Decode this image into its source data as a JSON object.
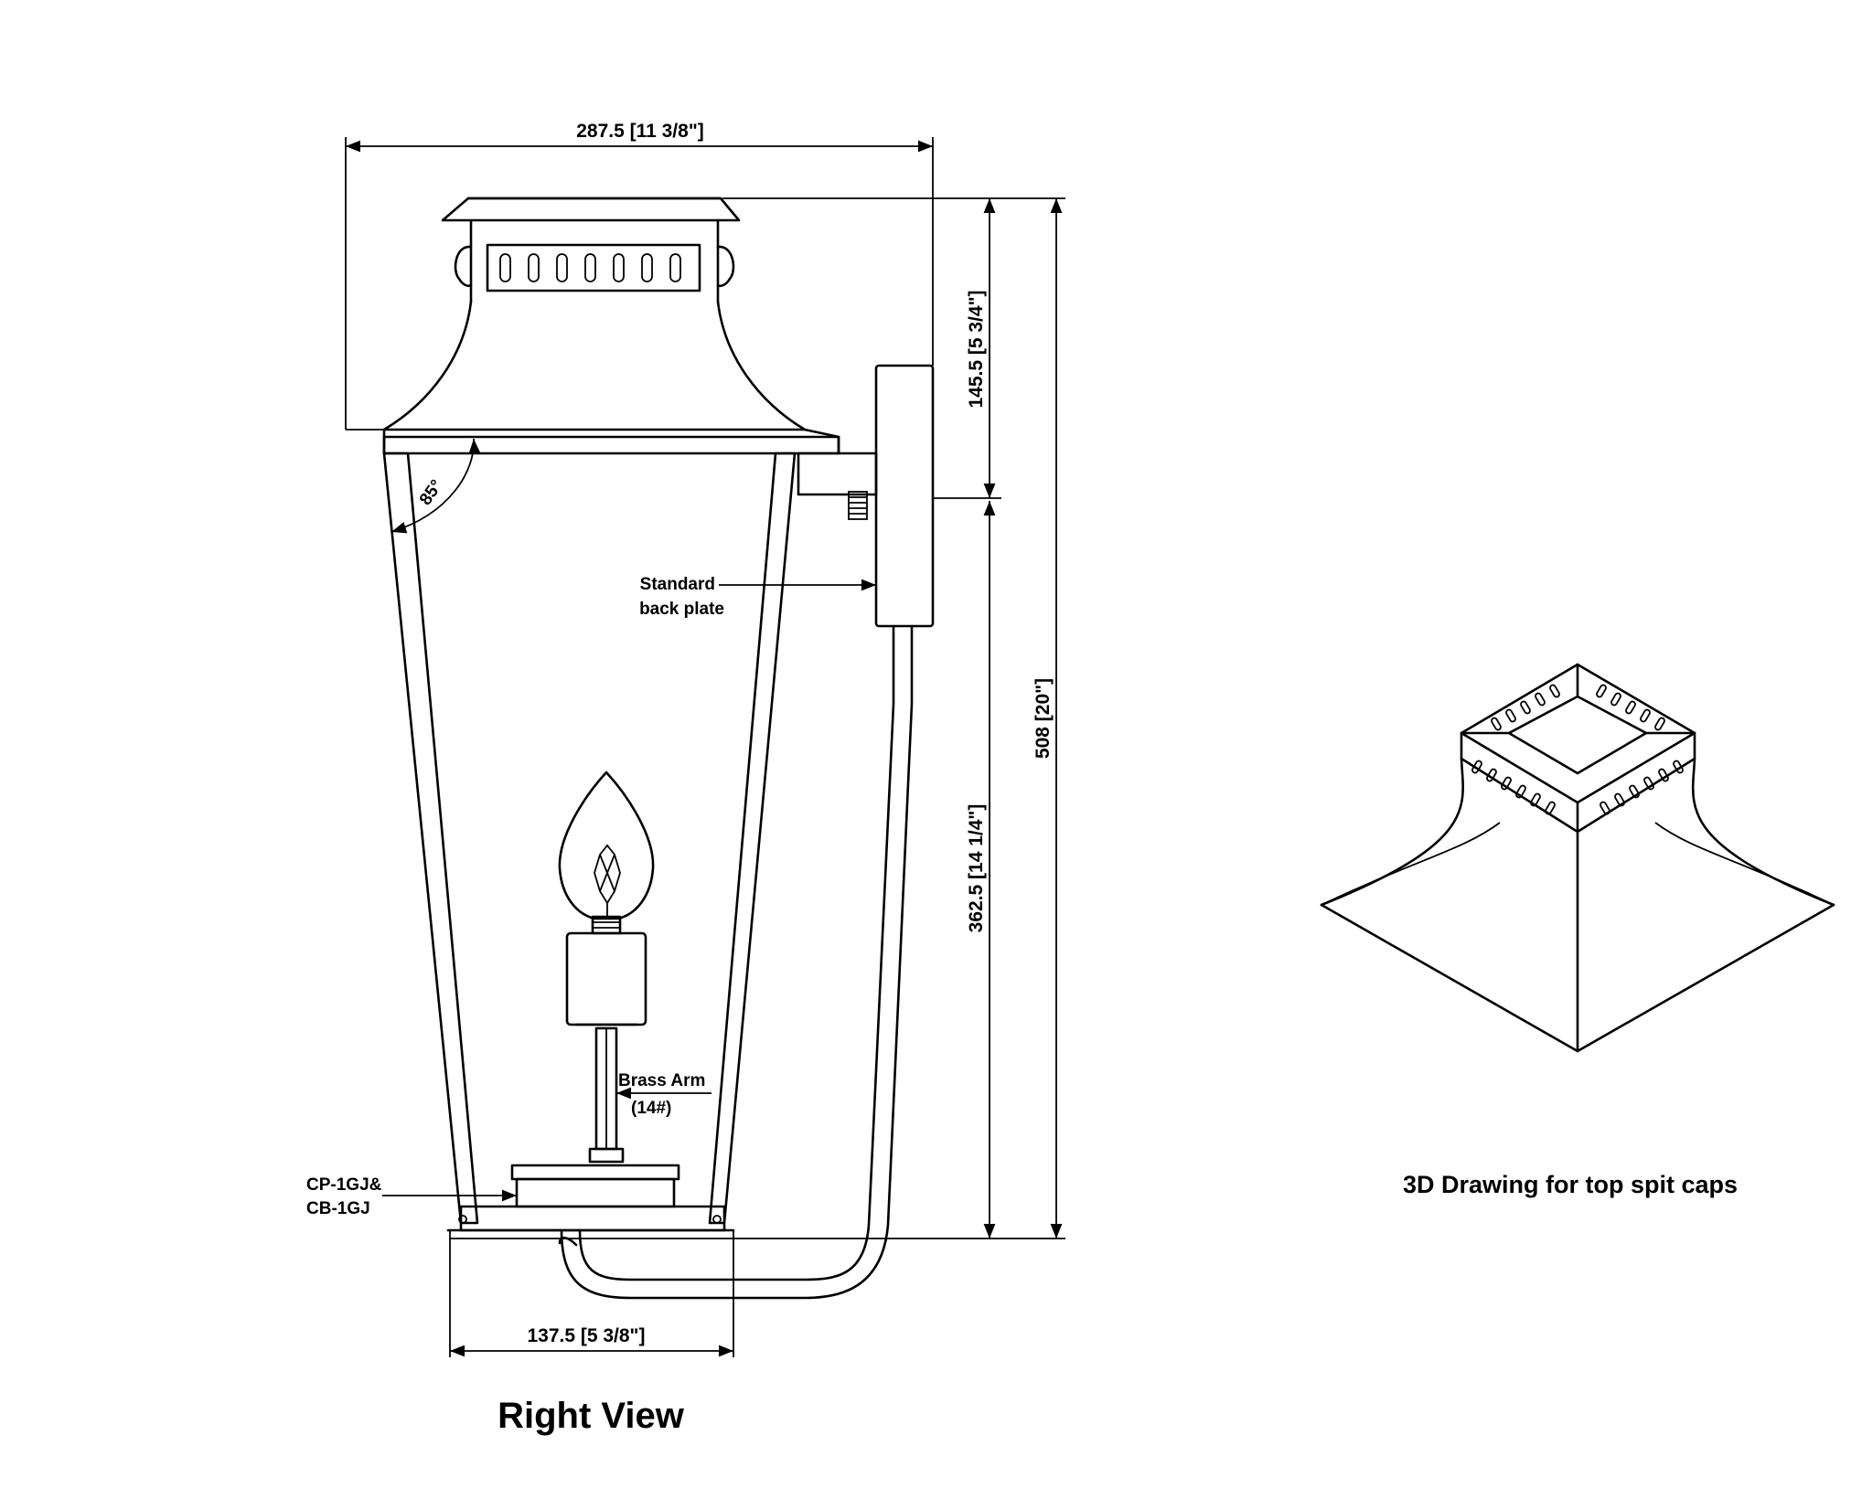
{
  "dimensions": {
    "overall_width": "287.5 [11 3/8\"]",
    "top_height": "145.5 [5 3/4\"]",
    "overall_height": "508 [20\"]",
    "lower_height": "362.5 [14 1/4\"]",
    "base_width": "137.5 [5 3/8\"]",
    "angle": "85°"
  },
  "callouts": {
    "back_plate_line1": "Standard",
    "back_plate_line2": "back plate",
    "brass_arm_line1": "Brass Arm",
    "brass_arm_line2": "(14#)",
    "cp_line1": "CP-1GJ&",
    "cp_line2": "CB-1GJ"
  },
  "views": {
    "right_view_title": "Right View",
    "caps_caption": "3D Drawing for top spit caps"
  }
}
